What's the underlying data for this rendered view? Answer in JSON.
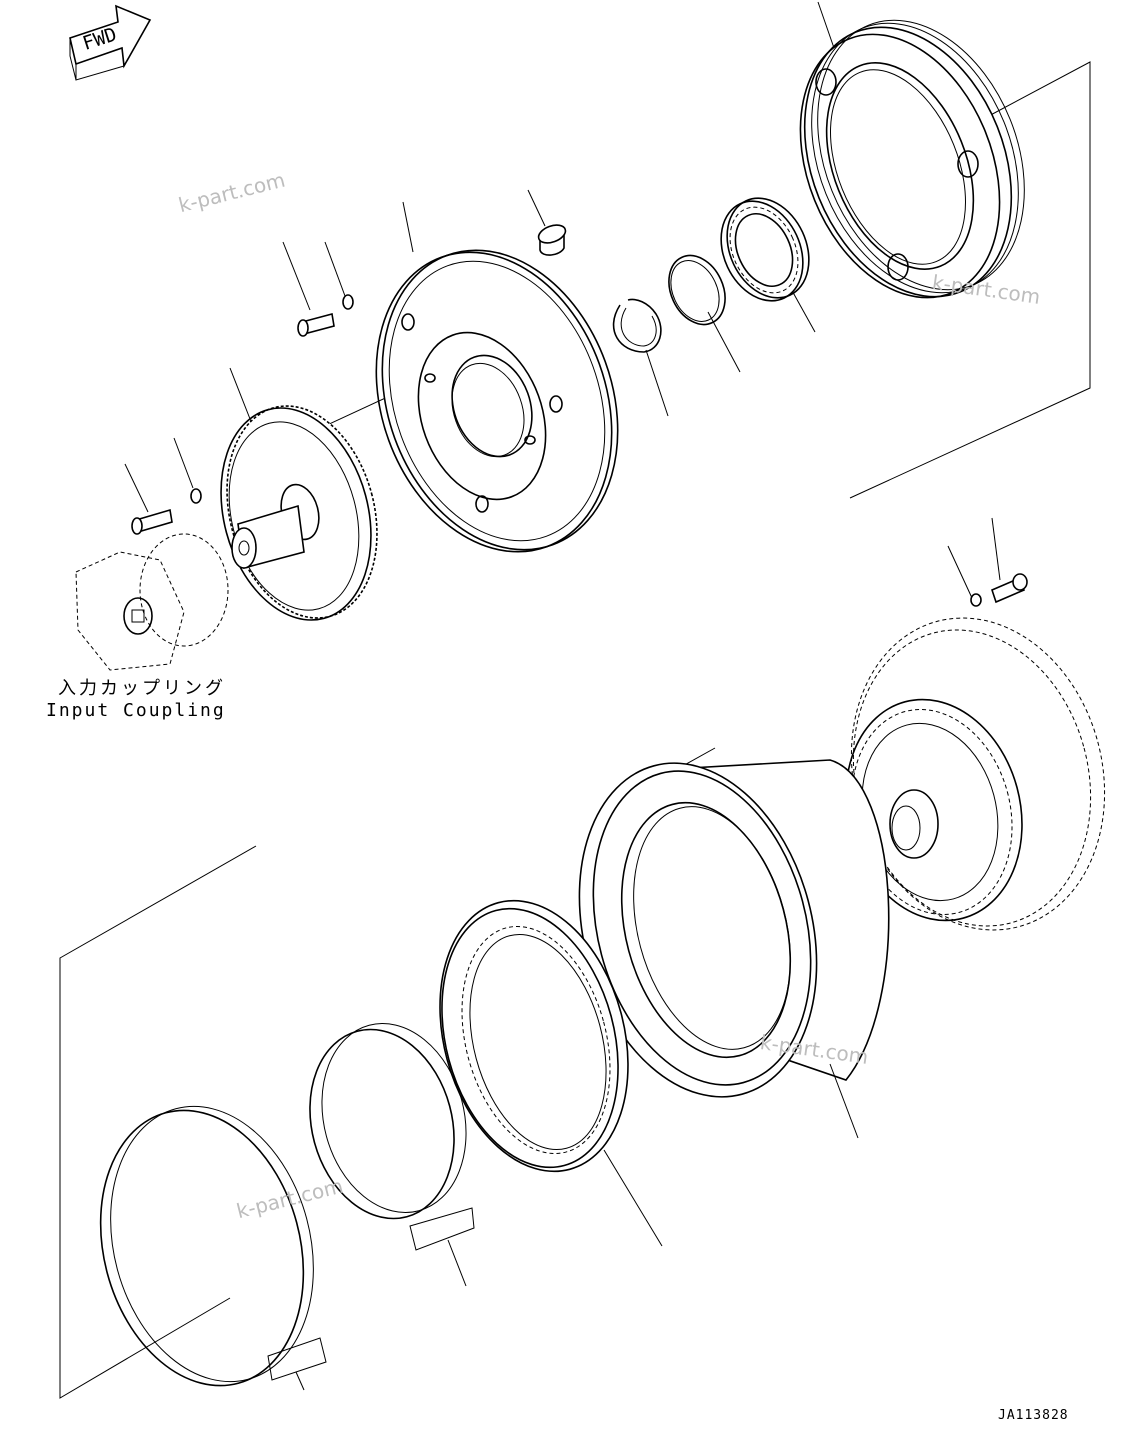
{
  "labels": {
    "fwd": "FWD",
    "coupling_jp": "入力カップリング",
    "coupling_en": "Input Coupling",
    "drawing_id": "JA113828"
  },
  "watermarks": [
    "k-part.com",
    "k-part.com",
    "k-part.com",
    "k-part.com"
  ]
}
